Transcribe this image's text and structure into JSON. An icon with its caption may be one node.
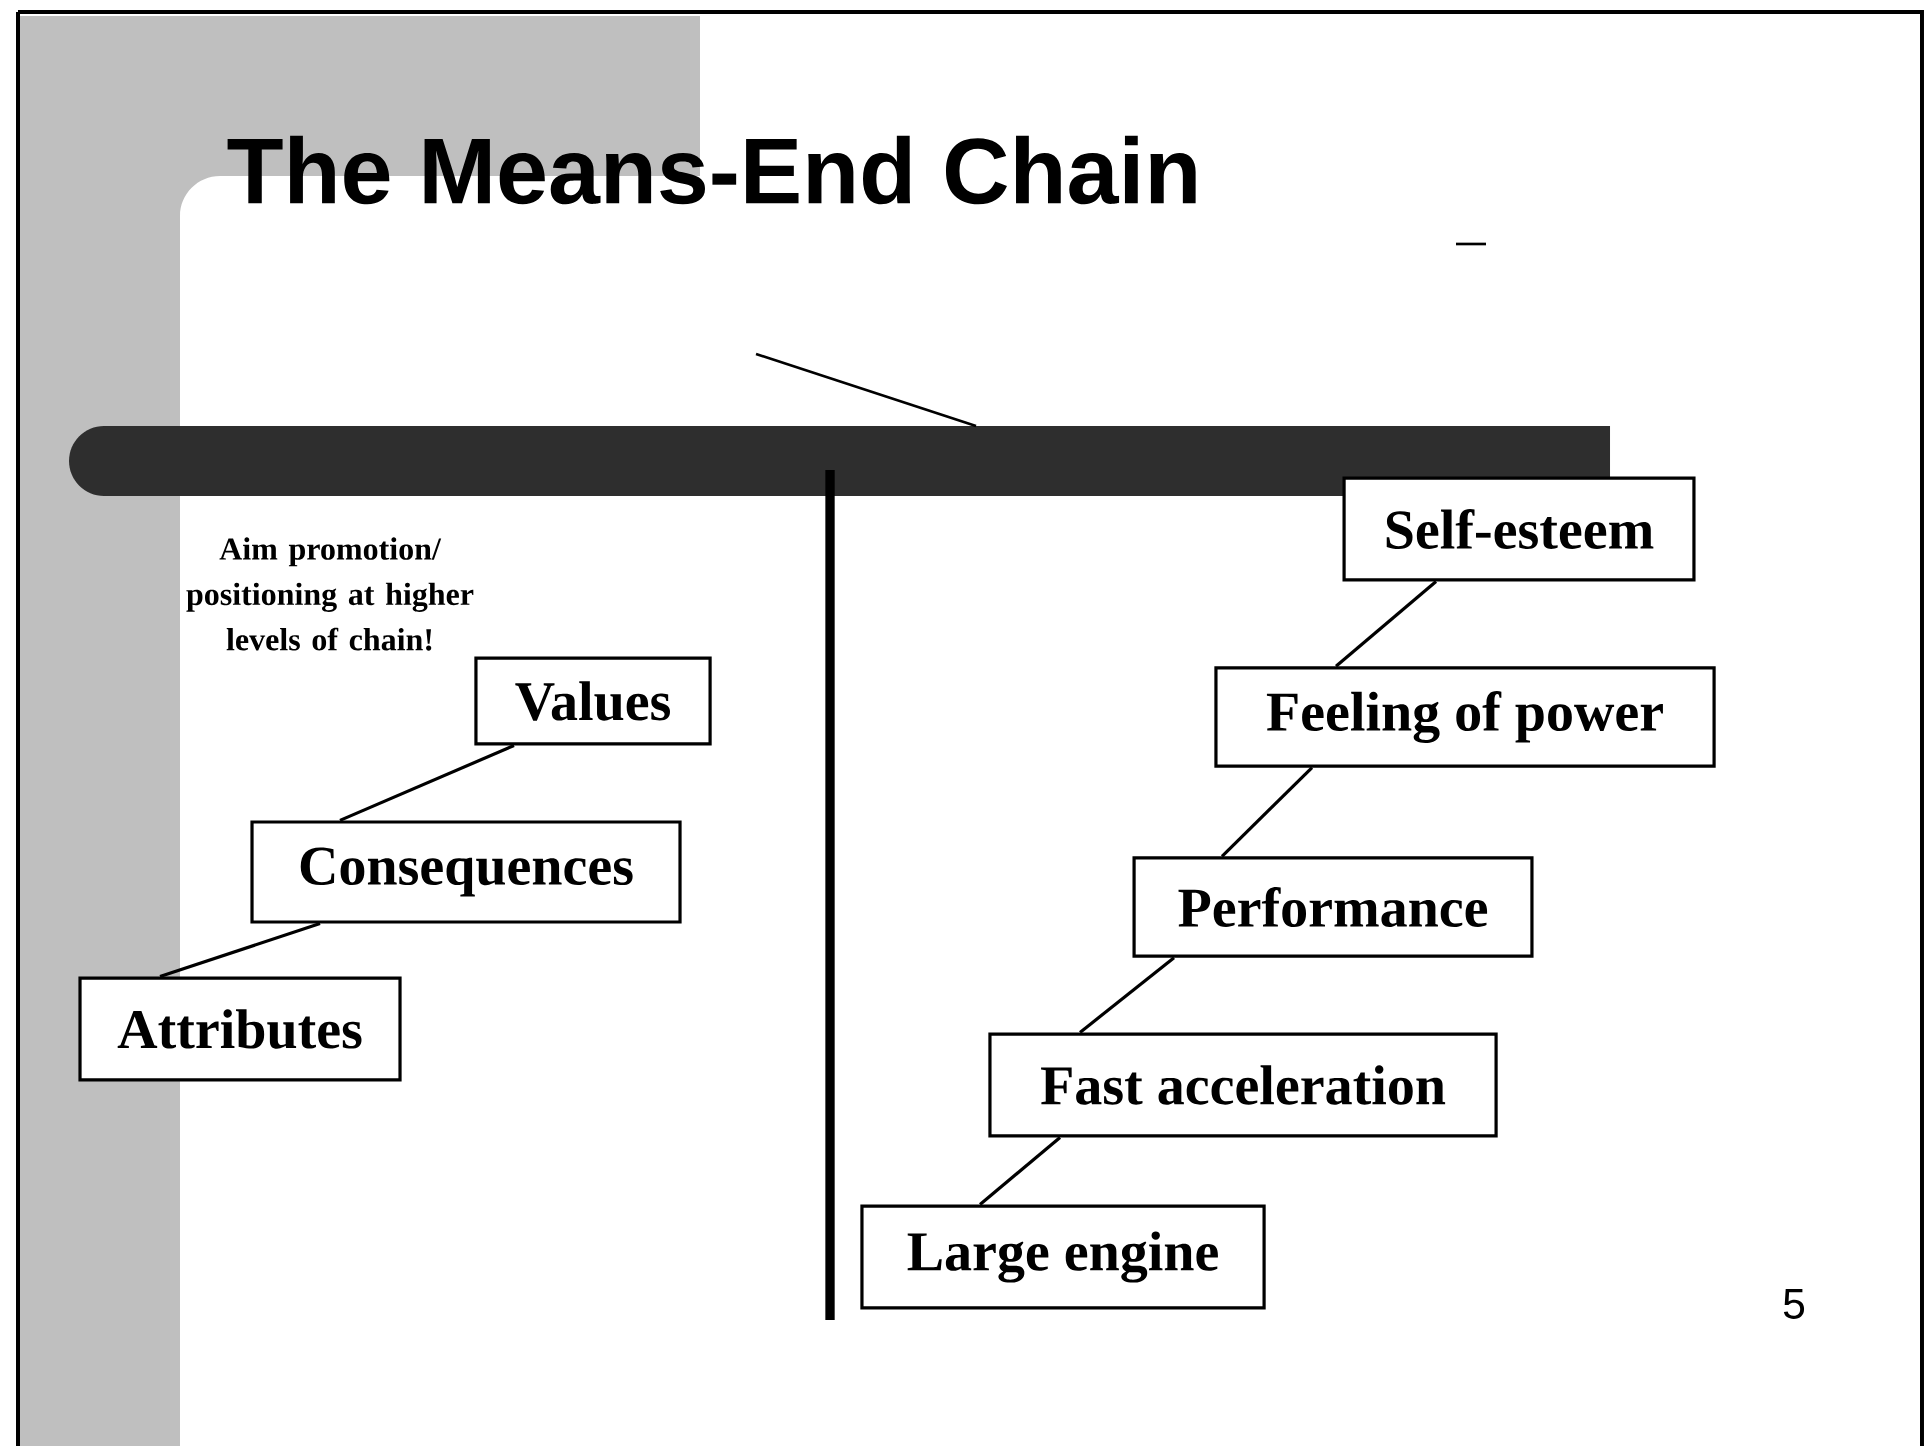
{
  "diagram": {
    "title": "The Means-End Chain",
    "nodes": [
      {
        "text": [
          "Values"
        ]
      },
      {
        "text": [
          "Consequences"
        ]
      },
      {
        "text": [
          "Attributes"
        ]
      },
      {
        "text": [
          "Self-esteem"
        ]
      },
      {
        "text": [
          "Feeling of power"
        ]
      },
      {
        "text": [
          "Performance"
        ]
      },
      {
        "text": [
          "Fast acceleration"
        ]
      },
      {
        "text": [
          "Large engine"
        ]
      }
    ],
    "edges": [
      {
        "from": 1,
        "to": 0,
        "arrow": "none"
      },
      {
        "from": 2,
        "to": 1,
        "arrow": "none"
      },
      {
        "from": 4,
        "to": 3,
        "arrow": "none"
      },
      {
        "from": 5,
        "to": 4,
        "arrow": "none"
      },
      {
        "from": 6,
        "to": 5,
        "arrow": "none"
      },
      {
        "from": 7,
        "to": 6,
        "arrow": "none"
      }
    ],
    "labels": [
      "Aim promotion/ positioning at higher levels of chain!",
      "5"
    ]
  }
}
